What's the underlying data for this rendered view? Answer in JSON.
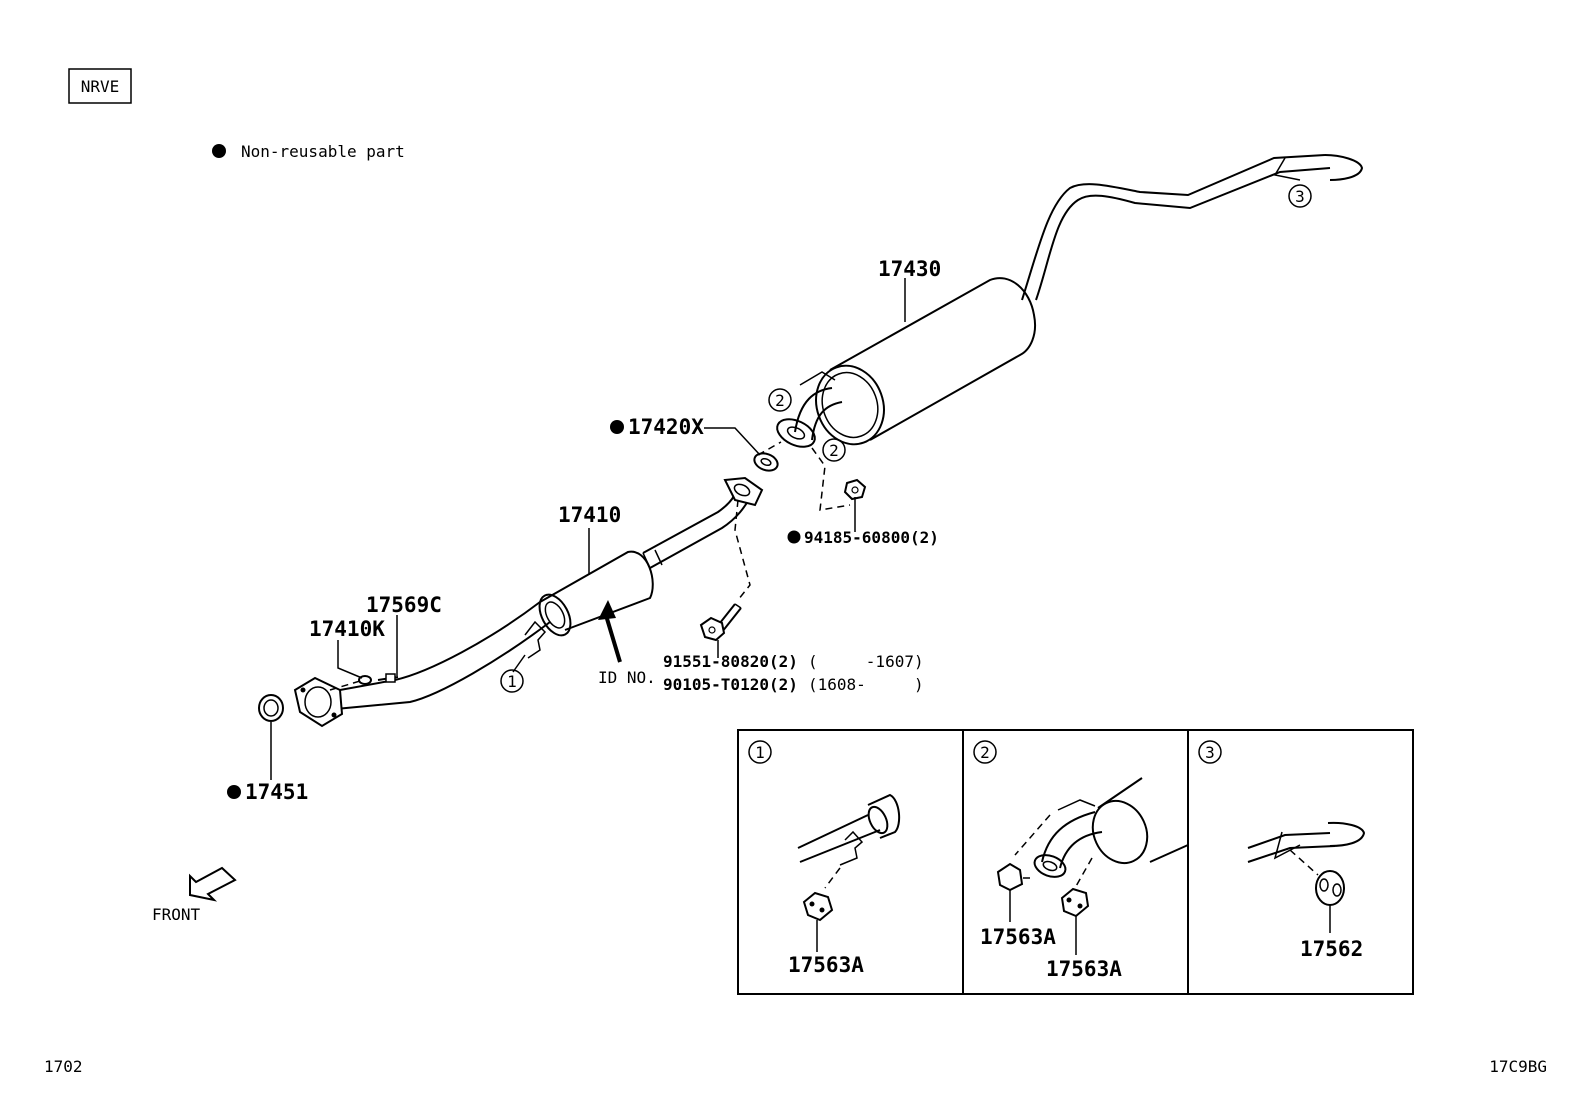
{
  "header": {
    "model_code": "NRVE",
    "legend_text": "Non-reusable part"
  },
  "parts": {
    "muffler": "17430",
    "gasket_mid": "17420X",
    "nut": "94185-60800(2)",
    "center_pipe": "17410",
    "gasket_front_small": "17410K",
    "bolt_front": "17569C",
    "id_label": "ID NO.",
    "bolt_line1_part": "91551-80820(2)",
    "bolt_line1_range": "(     -1607)",
    "bolt_line2_part": "90105-T0120(2)",
    "bolt_line2_range": "(1608-     )",
    "gasket_front": "17451"
  },
  "callouts": {
    "c1": "1",
    "c2": "2",
    "c3": "3"
  },
  "detail_panels": [
    {
      "num": "1",
      "labels": [
        "17563A"
      ]
    },
    {
      "num": "2",
      "labels": [
        "17563A",
        "17563A"
      ]
    },
    {
      "num": "3",
      "labels": [
        "17562"
      ]
    }
  ],
  "front_label": "FRONT",
  "footer": {
    "page_left": "1702",
    "page_right": "17C9BG"
  }
}
